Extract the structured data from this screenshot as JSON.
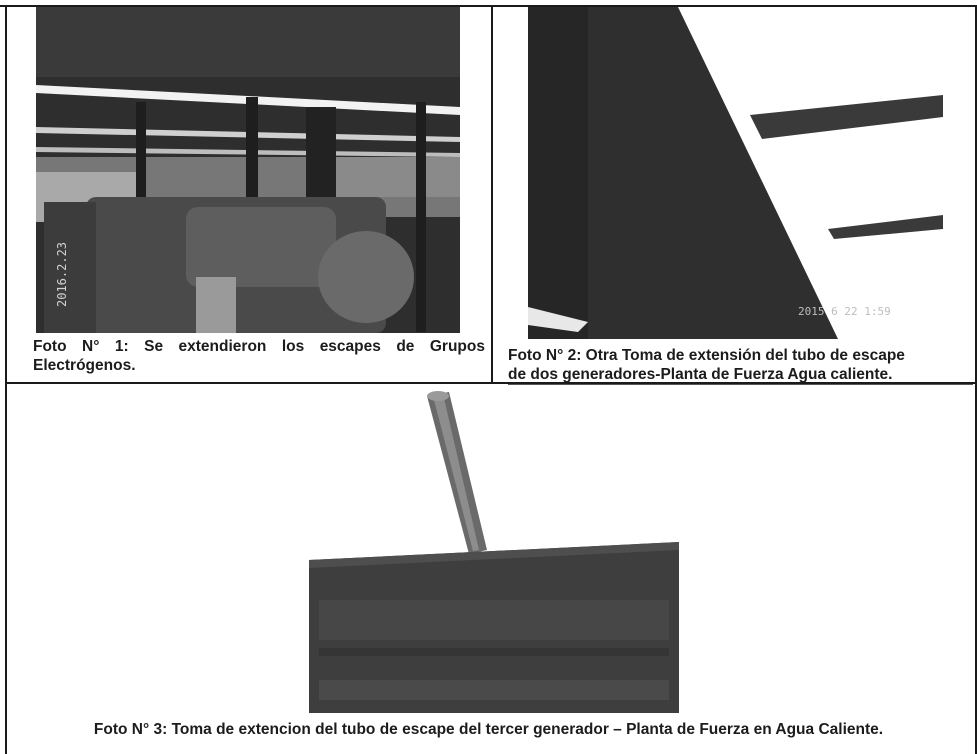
{
  "photos": [
    {
      "caption_line1": "Foto N° 1: Se extendieron los escapes de Grupos",
      "caption_line2": "Electrógenos.",
      "image_text": "2016.2.23"
    },
    {
      "caption_line1": "Foto N° 2: Otra Toma de extensión del tubo de escape",
      "caption_line2": "de dos generadores-Planta de Fuerza Agua caliente.",
      "image_text": "2015 6 22 1:59"
    },
    {
      "caption": "Foto N° 3: Toma de extencion del tubo de escape del tercer generador – Planta de Fuerza en Agua Caliente."
    }
  ]
}
